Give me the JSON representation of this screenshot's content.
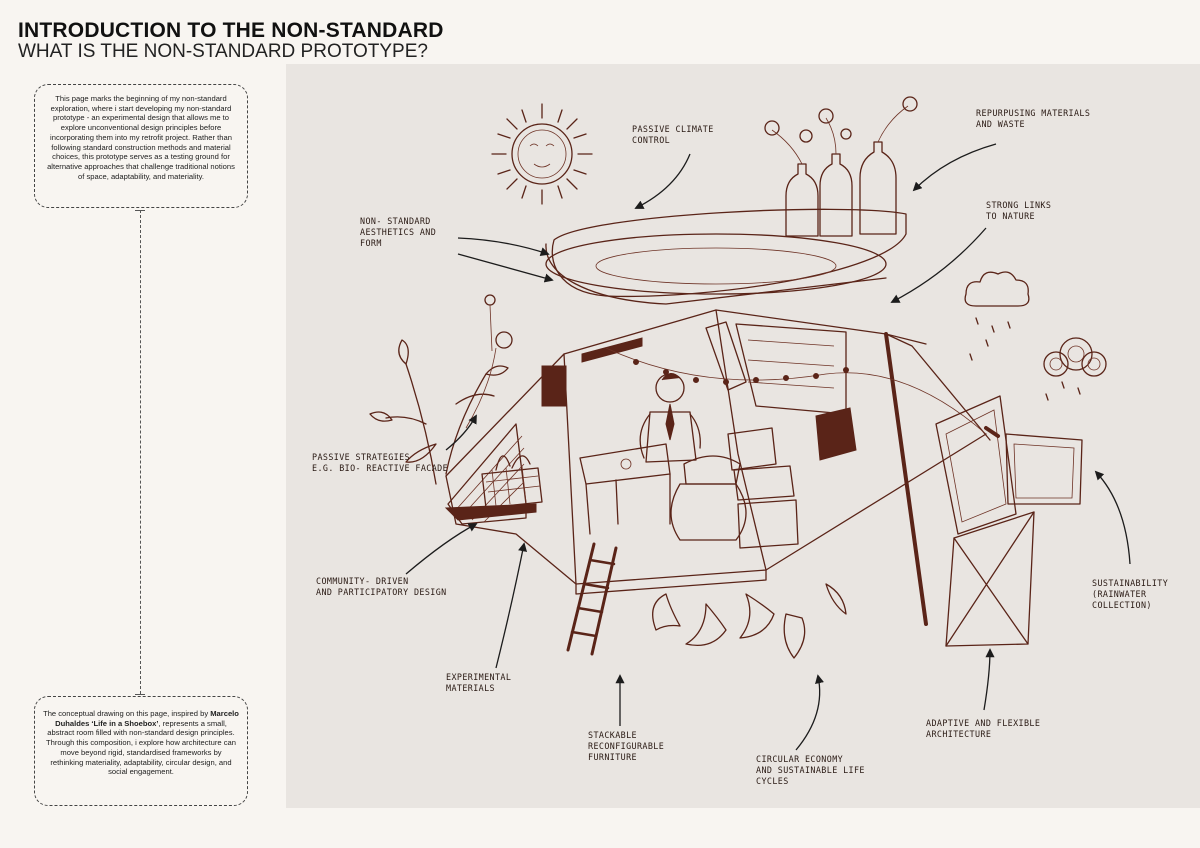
{
  "header": {
    "title": "INTRODUCTION TO THE NON-STANDARD",
    "subtitle": "WHAT IS THE NON-STANDARD PROTOTYPE?"
  },
  "intro_box": {
    "text": "This page marks the beginning of my non-standard exploration, where i start developing my non-standard prototype - an experimental design that allows me to explore unconventional design principles before incorporating them into my retrofit project. Rather than following standard construction methods and material choices, this prototype serves as a testing ground for alternative approaches that challenge traditional notions of space, adaptability, and materiality."
  },
  "concept_box": {
    "text_before": "The conceptual drawing on this page, inspired by ",
    "text_bold": "Marcelo Duhaldes ‘Life in a Shoebox’",
    "text_after": ", represents a small, abstract room filled with non-standard design principles. Through this composition, i explore how architecture can move beyond rigid, standardised frameworks by rethinking materiality, adaptability, circular design, and social engagement."
  },
  "labels": {
    "passive_climate": "PASSIVE CLIMATE\nCONTROL",
    "repurposing": "REPURPUSING MATERIALS\nAND WASTE",
    "non_standard_aesthetics": "NON- STANDARD\nAESTHETICS AND\nFORM",
    "strong_links": "STRONG LINKS\nTO NATURE",
    "passive_strategies": "PASSIVE STRATEGIES\nE.G. BIO- REACTIVE FACADE",
    "community": "COMMUNITY- DRIVEN\nAND PARTICIPATORY DESIGN",
    "sustainability": "SUSTAINABILITY\n(RAINWATER COLLECTION)",
    "experimental": "EXPERIMENTAL\nMATERIALS",
    "stackable": "STACKABLE\nRECONFIGURABLE\nFURNITURE",
    "circular": "CIRCULAR ECONOMY\nAND SUSTAINABLE LIFE\nCYCLES",
    "adaptive": "ADAPTIVE AND FLEXIBLE\nARCHITECTURE"
  },
  "colors": {
    "ink": "#5a2418",
    "panel": "#e9e5e1",
    "page": "#f8f5f1"
  }
}
